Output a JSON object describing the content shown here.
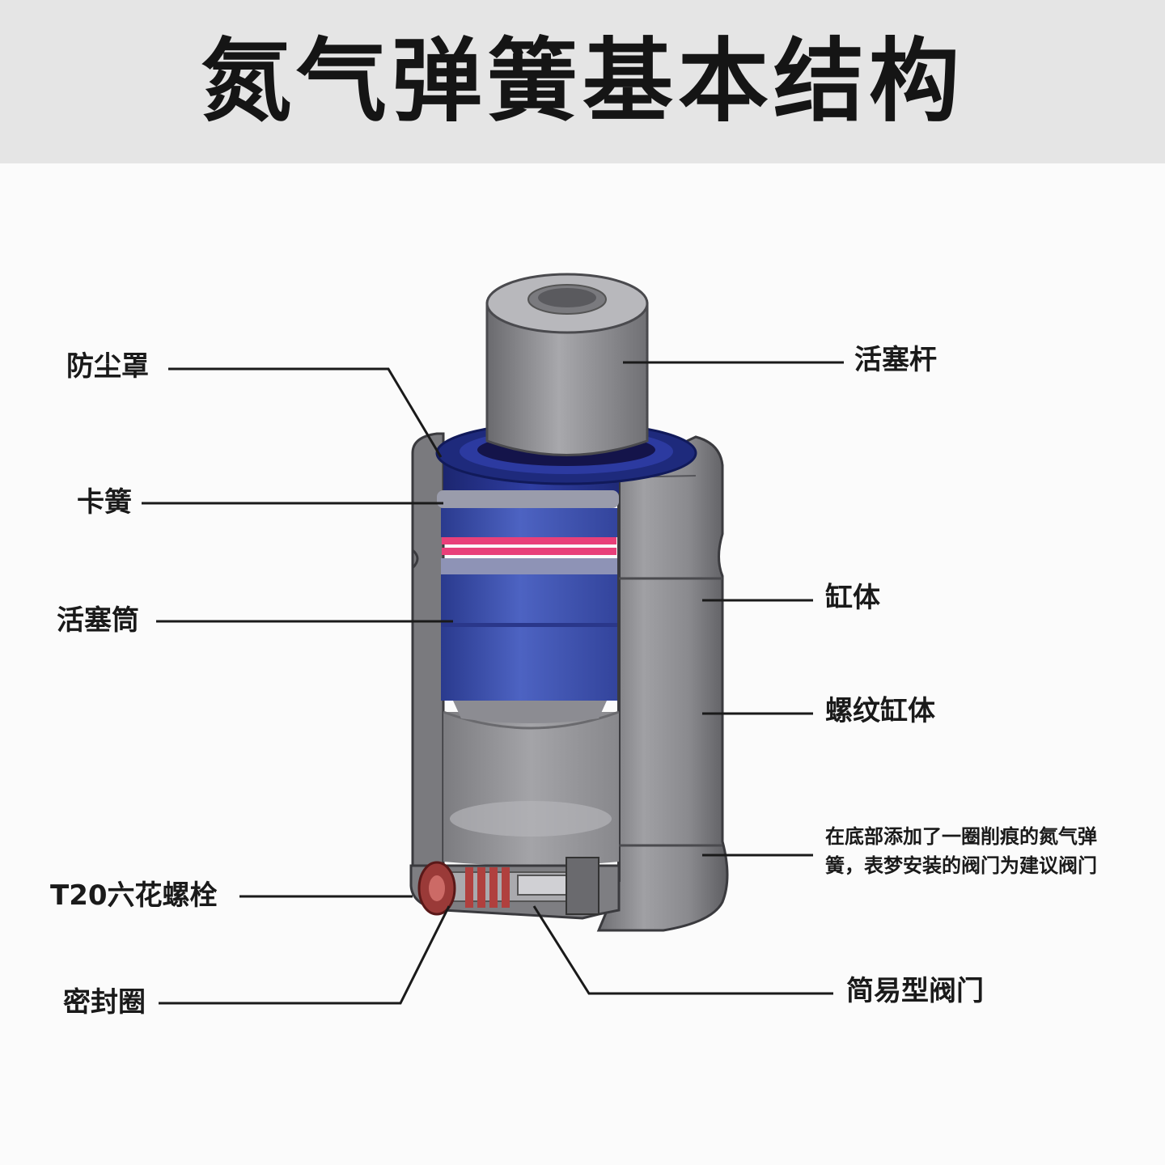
{
  "title": "氮气弹簧基本结构",
  "labels": {
    "dust_cover": "防尘罩",
    "circlip": "卡簧",
    "piston_sleeve": "活塞筒",
    "t20_bolt": "T20六花螺栓",
    "seal_ring": "密封圈",
    "piston_rod": "活塞杆",
    "cylinder_body": "缸体",
    "threaded_cylinder": "螺纹缸体",
    "valve_note": "在底部添加了一圈削痕的氮气弹簧，表梦安装的阀门为建议阀门",
    "simple_valve": "简易型阀门"
  },
  "colors": {
    "header_bg": "#e5e5e5",
    "body_gray": "#8a8a8c",
    "piston_blue": "#3a4ea8",
    "seal_red": "#e8407a",
    "line": "#1a1a1a"
  }
}
